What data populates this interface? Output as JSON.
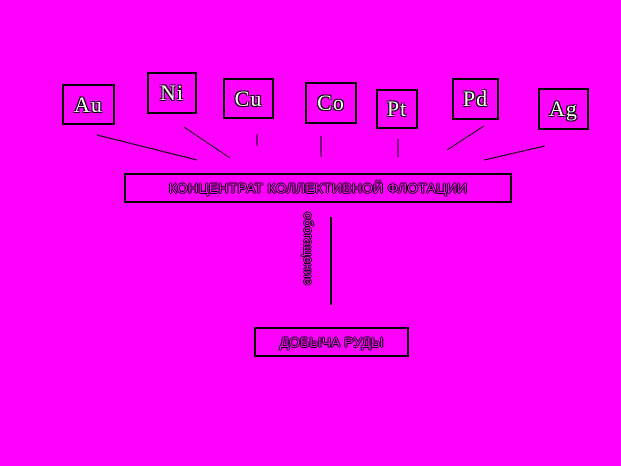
{
  "metals": [
    "Au",
    "Ni",
    "Cu",
    "Co",
    "Pt",
    "Pd",
    "Ag"
  ],
  "concentrate_label": "КОНЦЕНТРАТ КОЛЛЕКТИВНОЙ ФЛОТАЦИИ",
  "process_label": "обогащение",
  "mining_label": "ДОБЫЧА РУДЫ",
  "colors": {
    "background": "#ff00ff",
    "stroke": "#000000",
    "metal_text": "#ffffff"
  }
}
